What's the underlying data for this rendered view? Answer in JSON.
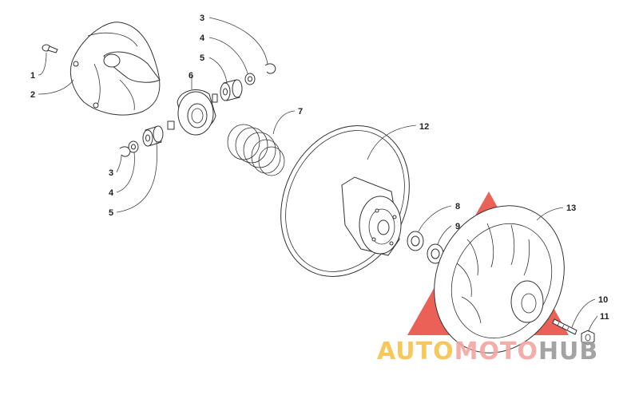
{
  "callouts": {
    "c1": "1",
    "c2": "2",
    "c3a": "3",
    "c3b": "3",
    "c4a": "4",
    "c4b": "4",
    "c5a": "5",
    "c5b": "5",
    "c6": "6",
    "c7": "7",
    "c8": "8",
    "c9": "9",
    "c10": "10",
    "c11": "11",
    "c12": "12",
    "c13": "13"
  },
  "watermark": {
    "part1": "AUTO",
    "part2": "MOTO",
    "part3": "HUB",
    "color_auto": "#f6c24a",
    "color_moto": "#f2a6a0",
    "color_hub": "#9a9a9a",
    "triangle_color": "#e8463c"
  }
}
